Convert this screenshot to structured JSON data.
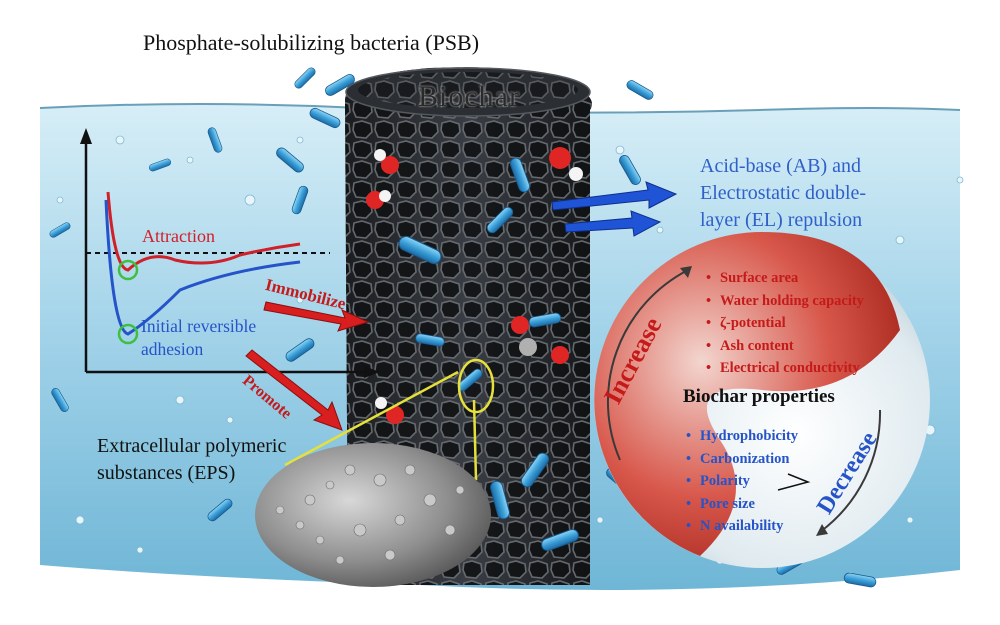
{
  "title": "Phosphate-solubilizing bacteria (PSB)",
  "biochar_label": "Biochar",
  "repulsion_label": "Acid-base (AB) and Electrostatic double-layer (EL) repulsion",
  "graph": {
    "attraction_label": "Attraction",
    "adhesion_label": "Initial reversible adhesion"
  },
  "arrows": {
    "immobilize": "Immobilize",
    "promote": "Promote"
  },
  "eps_label": "Extracellular polymeric substances (EPS)",
  "properties": {
    "center_label": "Biochar properties",
    "increase_label": "Increase",
    "decrease_label": "Decrease",
    "increase_items": [
      "Surface area",
      "Water holding capacity",
      "ζ-potential",
      "Ash content",
      "Electrical conductivity"
    ],
    "decrease_items": [
      "Hydrophobicity",
      "Carbonization",
      "Polarity",
      "Pore size",
      "N availability"
    ]
  },
  "colors": {
    "attraction_red": "#d0202a",
    "adhesion_blue": "#2553c8",
    "water": "#9fd4ea",
    "biochar": "#2a2d31",
    "bacteria": "#3a9fd8"
  }
}
